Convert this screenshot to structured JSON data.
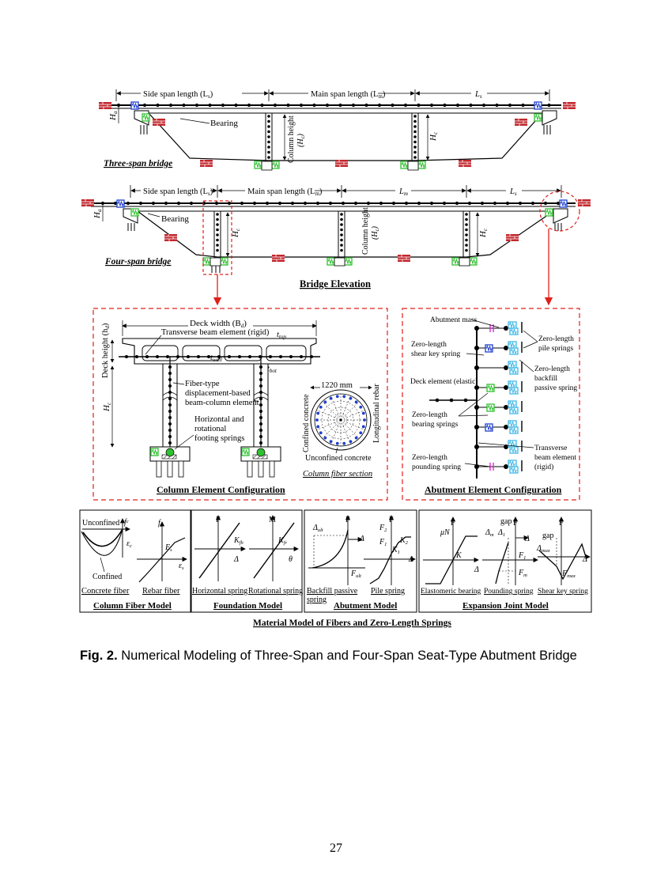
{
  "elevation": {
    "three_span": {
      "dim_side": "Side span length (L",
      "dim_side_sub": "s",
      "dim_main": "Main span length (L",
      "dim_main_sub": "m",
      "dim_right": "L",
      "dim_right_sub": "s",
      "bearing": "Bearing",
      "col_height": "Column height",
      "col_height2": "(H",
      "col_height2_sub": "c",
      "hc_right": "H",
      "hc_right_sub": "c",
      "ha": "H",
      "ha_sub": "a",
      "title": "Three-span bridge"
    },
    "four_span": {
      "dim_side": "Side span length (L",
      "dim_side_sub": "s",
      "dim_main": "Main span length (L",
      "dim_main_sub": "m",
      "dim_lm": "L",
      "dim_lm_sub": "m",
      "dim_ls": "L",
      "dim_ls_sub": "s",
      "bearing": "Bearing",
      "col_height": "Column height",
      "col_height2": "(H",
      "col_height2_sub": "c",
      "hc1": "H",
      "hc1_sub": "c",
      "hc2": "H",
      "hc2_sub": "c",
      "ha": "H",
      "ha_sub": "a",
      "title": "Four-span bridge"
    },
    "heading": "Bridge Elevation"
  },
  "column_config": {
    "deck_width": "Deck width (B",
    "deck_width_sub": "d",
    "transverse_beam": "Transverse beam element (rigid)",
    "deck_height": "Deck height (h",
    "deck_height_sub": "d",
    "t_top": "t",
    "t_top_sub": "top",
    "t_wall": "t",
    "t_wall_sub": "wall",
    "t_bot": "t",
    "t_bot_sub": "bot",
    "fiber_1": "Fiber-type",
    "fiber_2": "displacement-based",
    "fiber_3": "beam-column element",
    "hc": "H",
    "hc_sub": "c",
    "horiz_1": "Horizontal and",
    "horiz_2": "rotational",
    "horiz_3": "footing springs",
    "diameter": "1220 mm",
    "confined": "Confined concrete",
    "long_rebar": "Longitudinal rebar",
    "unconfined": "Unconfined concrete",
    "section_title": "Column fiber section",
    "heading": "Column Element Configuration"
  },
  "abutment_config": {
    "mass": "Abutment mass",
    "shear_key_1": "Zero-length",
    "shear_key_2": "shear key spring",
    "deck_elem": "Deck element (elastic)",
    "bearing_1": "Zero-length",
    "bearing_2": "bearing springs",
    "pounding_1": "Zero-length",
    "pounding_2": "pounding spring",
    "pile_1": "Zero-length",
    "pile_2": "pile springs",
    "backfill_1": "Zero-length",
    "backfill_2": "backfill",
    "backfill_3": "passive spring",
    "transverse_1": "Transverse",
    "transverse_2": "beam element",
    "transverse_3": "(rigid)",
    "heading": "Abutment Element Configuration"
  },
  "material_models": {
    "column_fiber": {
      "unconfined": "Unconfined",
      "confined": "Confined",
      "fc": "f",
      "fc_sub": "c",
      "ec": "ε",
      "ec_sub": "c",
      "fs": "f",
      "fs_sub": "s",
      "Es": "E",
      "Es_sub": "s",
      "es": "ε",
      "es_sub": "s",
      "label_concrete": "Concrete fiber",
      "label_rebar": "Rebar fiber",
      "title": "Column Fiber Model"
    },
    "foundation": {
      "F": "F",
      "M": "M",
      "kh": "K",
      "kh_sub": "fh",
      "kr": "K",
      "kr_sub": "fr",
      "delta": "Δ",
      "theta": "θ",
      "label_h": "Horizontal spring",
      "label_r": "Rotational spring",
      "title": "Foundation Model"
    },
    "abutment": {
      "d_ult": "Δ",
      "d_ult_sub": "ult",
      "F": "F",
      "delta": "Δ",
      "f_ult": "F",
      "f_ult_sub": "ult",
      "F2": "F",
      "F2_sub": "2",
      "F1": "F",
      "F1_sub": "1",
      "K1": "K",
      "K1_sub": "1",
      "K2": "K",
      "K2_sub": "2",
      "label_backfill_1": "Backfill passive",
      "label_backfill_2": "spring",
      "label_pile": "Pile spring",
      "title": "Abutment Model"
    },
    "expansion": {
      "muN": "μN",
      "F": "F",
      "K": "K",
      "delta": "Δ",
      "gap": "gap",
      "d_m": "Δ",
      "d_m_sub": "m",
      "d_1": "Δ",
      "d_1_sub": "1",
      "F1": "F",
      "F1_sub": "1",
      "Fm": "F",
      "Fm_sub": "m",
      "d_max": "Δ",
      "d_max_sub": "max",
      "f_max": "F",
      "f_max_sub": "max",
      "label_elasto": "Elastomeric bearing",
      "label_pound": "Pounding spring",
      "label_shear": "Shear key spring",
      "title": "Expansion Joint Model"
    },
    "heading": "Material Model of Fibers and Zero-Length Springs"
  },
  "caption": {
    "label": "Fig. 2.",
    "text": " Numerical Modeling of Three-Span and Four-Span Seat-Type Abutment Bridge"
  },
  "page_number": "27",
  "colors": {
    "dashed_red": "#e0201c",
    "brick": "#b8242a",
    "spring_green": "#2fc12f",
    "spring_blue": "#1f3fcf",
    "spring_cyan": "#3fb8e6",
    "gap_magenta": "#d92fd0"
  }
}
